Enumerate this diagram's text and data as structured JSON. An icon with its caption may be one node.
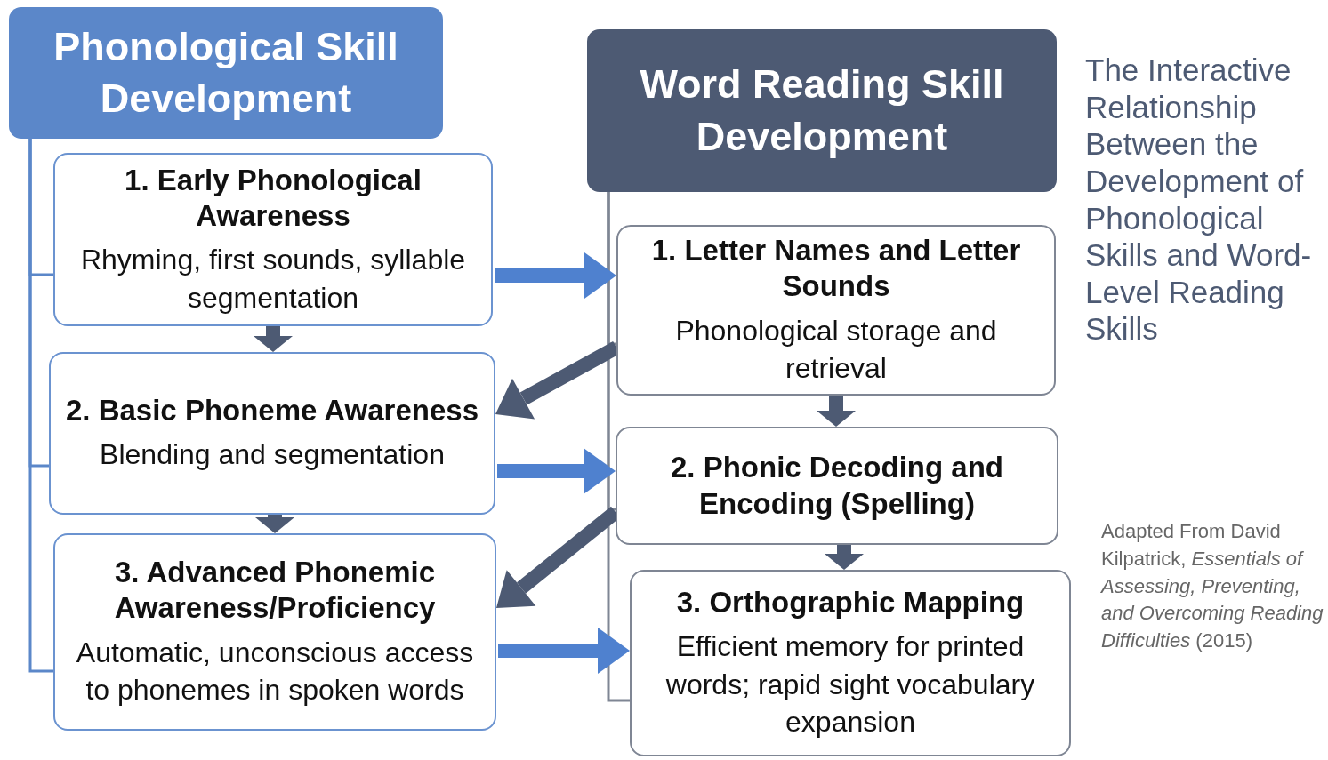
{
  "diagram": {
    "title": "The Interactive Relationship Between the Development of Phonological Skills and Word-Level Reading Skills",
    "nodes": [
      {
        "text": [
          "Phonological Skill Development"
        ]
      },
      {
        "text": [
          "1. Early Phonological Awareness",
          "Rhyming, first sounds, syllable segmentation"
        ]
      },
      {
        "text": [
          "2. Basic Phoneme Awareness",
          "Blending and segmentation"
        ]
      },
      {
        "text": [
          "3. Advanced Phonemic Awareness/Proficiency",
          "Automatic, unconscious access to phonemes in spoken words"
        ]
      },
      {
        "text": [
          "Word Reading Skill Development"
        ]
      },
      {
        "text": [
          "1. Letter Names and Letter Sounds",
          "Phonological storage and retrieval"
        ]
      },
      {
        "text": [
          "2. Phonic Decoding and Encoding (Spelling)"
        ]
      },
      {
        "text": [
          "3. Orthographic Mapping",
          "Efficient memory for printed words; rapid sight vocabulary expansion"
        ]
      }
    ],
    "edges": [
      {
        "from": 0,
        "to": 1,
        "arrow": "none",
        "color": "#5b87c9"
      },
      {
        "from": 0,
        "to": 2,
        "arrow": "none",
        "color": "#5b87c9"
      },
      {
        "from": 0,
        "to": 3,
        "arrow": "none",
        "color": "#5b87c9"
      },
      {
        "from": 4,
        "to": 5,
        "arrow": "none",
        "color": "#7f8694"
      },
      {
        "from": 4,
        "to": 6,
        "arrow": "none",
        "color": "#7f8694"
      },
      {
        "from": 4,
        "to": 7,
        "arrow": "none",
        "color": "#7f8694"
      },
      {
        "from": 1,
        "to": 5,
        "arrow": "to",
        "color": "#4f81cf"
      },
      {
        "from": 1,
        "to": 2,
        "arrow": "to",
        "color": "#4d5a73"
      },
      {
        "from": 5,
        "to": 2,
        "arrow": "to",
        "color": "#4d5a73"
      },
      {
        "from": 2,
        "to": 6,
        "arrow": "to",
        "color": "#4f81cf"
      },
      {
        "from": 5,
        "to": 6,
        "arrow": "to",
        "color": "#4d5a73"
      },
      {
        "from": 6,
        "to": 3,
        "arrow": "to",
        "color": "#4d5a73"
      },
      {
        "from": 2,
        "to": 3,
        "arrow": "to",
        "color": "#4d5a73"
      },
      {
        "from": 3,
        "to": 7,
        "arrow": "to",
        "color": "#4f81cf"
      },
      {
        "from": 6,
        "to": 7,
        "arrow": "to",
        "color": "#4d5a73"
      }
    ],
    "labels": [
      "Adapted From David Kilpatrick, *Essentials of Assessing, Preventing, and Overcoming Reading Difficulties* (2015)"
    ]
  }
}
